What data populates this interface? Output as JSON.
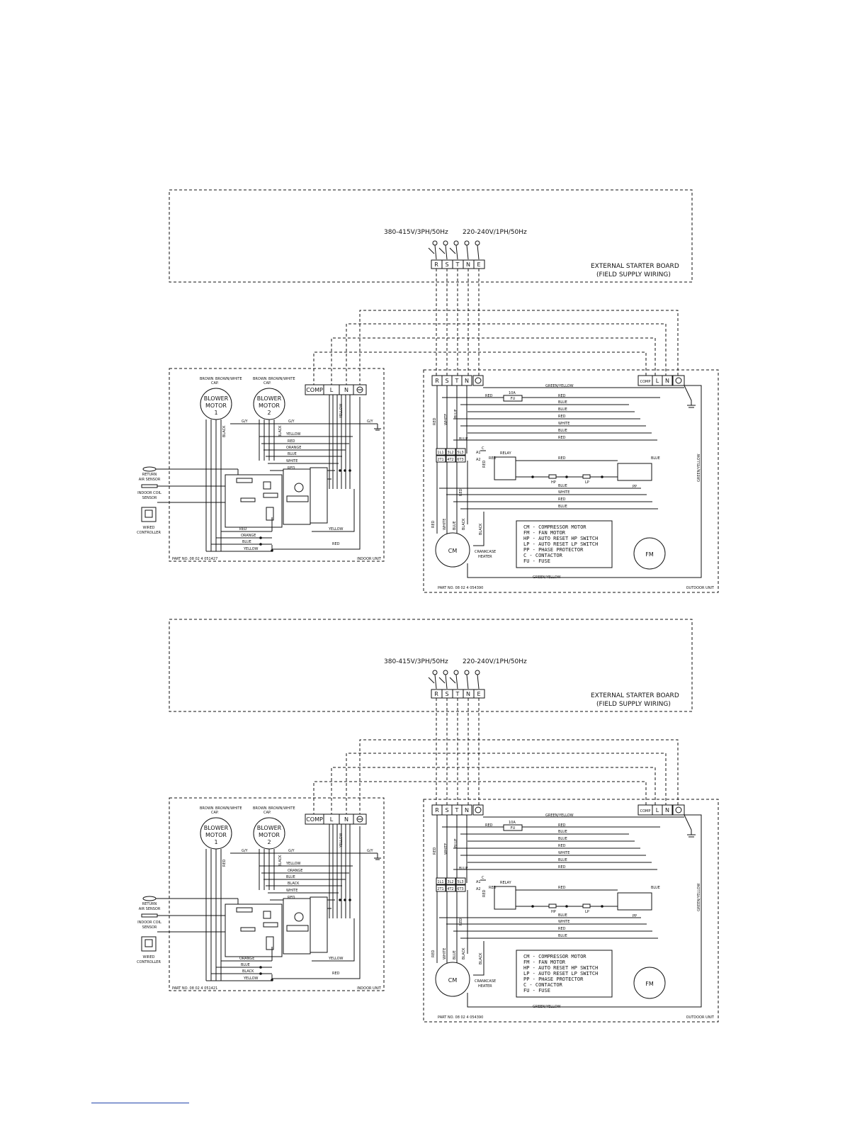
{
  "starter_board": {
    "voltage_3ph": "380-415V/3PH/50Hz",
    "voltage_1ph": "220-240V/1PH/50Hz",
    "terminals": [
      "R",
      "S",
      "T",
      "N",
      "E"
    ],
    "title_line1": "EXTERNAL STARTER BOARD",
    "title_line2": "(FIELD SUPPLY WIRING)"
  },
  "indoor": {
    "blower1": [
      "BLOWER",
      "MOTOR",
      "1"
    ],
    "blower2": [
      "BLOWER",
      "MOTOR",
      "2"
    ],
    "top_labels": [
      "BROWN",
      "BROWN/WHITE",
      "CAP."
    ],
    "terminals": [
      "COMP",
      "L",
      "N"
    ],
    "gy": "G/Y",
    "black": "BLACK",
    "yellow": "YELLOW",
    "return_sensor": [
      "RETURN",
      "AIR SENSOR"
    ],
    "coil_sensor": [
      "INDOOR COIL",
      "SENSOR"
    ],
    "wired_controller": [
      "WIRED",
      "CONTROLLER"
    ],
    "unit_label": "INDOOR UNIT"
  },
  "outdoor": {
    "terminals": [
      "R",
      "S",
      "T",
      "N"
    ],
    "right_terminals": [
      "COMP",
      "L",
      "N"
    ],
    "green_yellow": "GREEN/YELLOW",
    "fuse": "10A",
    "fuse_label": "FU",
    "relay": "RELAY",
    "contactor_pins_top": [
      "1L1",
      "3L2",
      "5L3"
    ],
    "contactor_pins_bottom": [
      "2T1",
      "4T2",
      "6T3"
    ],
    "a1": "A1",
    "a2": "A2",
    "c": "C",
    "hp": "HP",
    "lp": "LP",
    "pp": "PP",
    "cm": "CM",
    "fm": "FM",
    "crankcase": [
      "CRANKCASE",
      "HEATER"
    ],
    "unit_label": "OUTDOOR UNIT",
    "legend": [
      "CM - COMPRESSOR MOTOR",
      "FM - FAN MOTOR",
      "HP - AUTO RESET HP SWITCH",
      "LP - AUTO RESET LP SWITCH",
      "PP - PHASE PROTECTOR",
      "C  - CONTACTOR",
      "FU - FUSE"
    ],
    "wire_labels": [
      "RED",
      "BLUE",
      "BLUE",
      "RED",
      "WHITE",
      "BLUE",
      "RED"
    ],
    "lower_labels": [
      "BLUE",
      "WHITE",
      "RED",
      "BLUE"
    ]
  },
  "diagrams": [
    {
      "indoor_part": "PART NO. 08 02 4 051427",
      "outdoor_part": "PART NO. 08 02 4 054390",
      "indoor_wires": [
        "YELLOW",
        "RED",
        "ORANGE",
        "BLUE",
        "WHITE",
        "RED"
      ],
      "indoor_bottom_wires": [
        "RED",
        "ORANGE",
        "BLUE",
        "YELLOW"
      ],
      "yellow_right": "YELLOW",
      "red_bottom": "RED",
      "blower_wire": "BLACK"
    },
    {
      "indoor_part": "PART NO. 08 02 4 051421",
      "outdoor_part": "PART NO. 08 02 4 054390",
      "indoor_wires": [
        "YELLOW",
        "ORANGE",
        "BLUE",
        "BLACK",
        "WHITE",
        "RED"
      ],
      "indoor_bottom_wires": [
        "ORANGE",
        "BLUE",
        "BLACK",
        "YELLOW"
      ],
      "yellow_right": "YELLOW",
      "red_bottom": "RED",
      "blower_wire": "RED"
    }
  ]
}
